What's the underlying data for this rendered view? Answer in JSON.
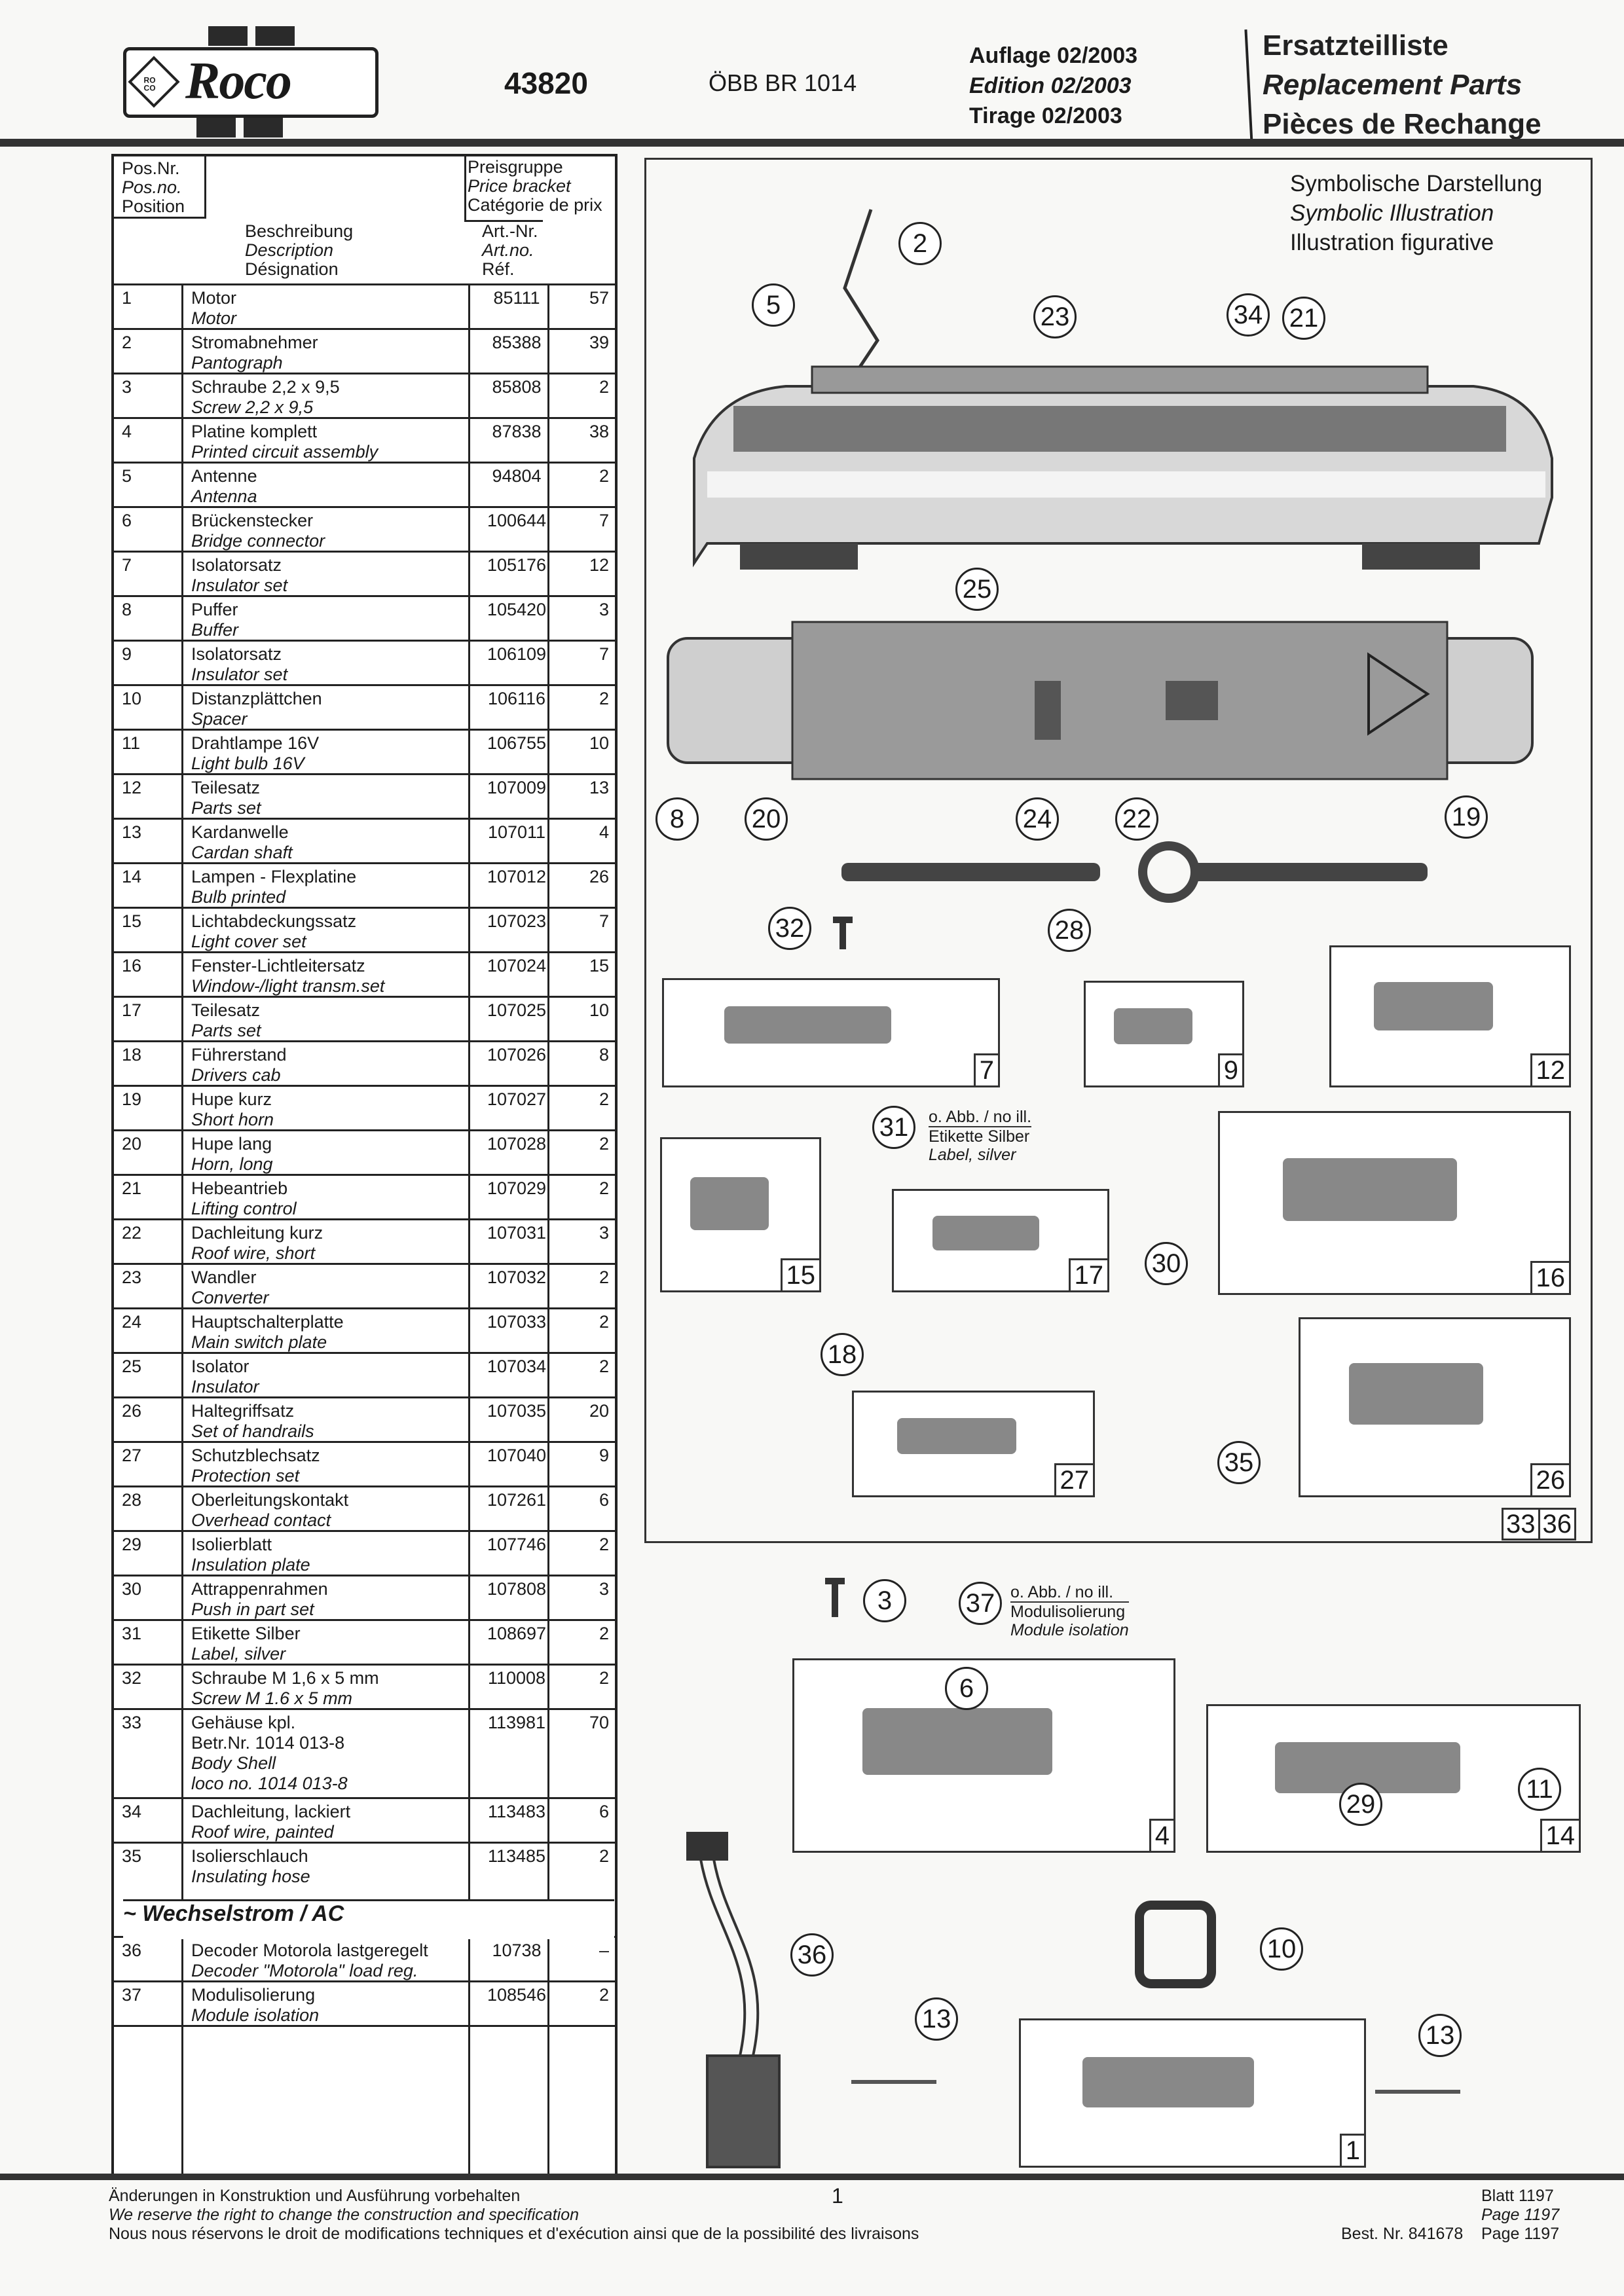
{
  "header": {
    "logo_text": "Roco",
    "logo_small": "RO CO",
    "article_number": "43820",
    "model": "ÖBB  BR 1014",
    "edition_de": "Auflage 02/2003",
    "edition_en": "Edition 02/2003",
    "edition_fr": "Tirage 02/2003",
    "title_de": "Ersatzteilliste",
    "title_en": "Replacement Parts",
    "title_fr": "Pièces de Rechange"
  },
  "table": {
    "h_pos": [
      "Pos.Nr.",
      "Pos.no.",
      "Position"
    ],
    "h_desc": [
      "Beschreibung",
      "Description",
      "Désignation"
    ],
    "h_price": [
      "Preisgruppe",
      "Price bracket",
      "Catégorie de prix"
    ],
    "h_art": [
      "Art.-Nr.",
      "Art.no.",
      "Réf."
    ],
    "rows": [
      {
        "pos": "1",
        "de": "Motor",
        "en": "Motor",
        "art": "85111",
        "price": "57"
      },
      {
        "pos": "2",
        "de": "Stromabnehmer",
        "en": "Pantograph",
        "art": "85388",
        "price": "39"
      },
      {
        "pos": "3",
        "de": "Schraube 2,2 x 9,5",
        "en": "Screw 2,2 x  9,5",
        "art": "85808",
        "price": "2"
      },
      {
        "pos": "4",
        "de": "Platine komplett",
        "en": "Printed circuit assembly",
        "art": "87838",
        "price": "38"
      },
      {
        "pos": "5",
        "de": "Antenne",
        "en": "Antenna",
        "art": "94804",
        "price": "2"
      },
      {
        "pos": "6",
        "de": "Brückenstecker",
        "en": "Bridge connector",
        "art": "100644",
        "price": "7"
      },
      {
        "pos": "7",
        "de": "Isolatorsatz",
        "en": "Insulator set",
        "art": "105176",
        "price": "12"
      },
      {
        "pos": "8",
        "de": "Puffer",
        "en": "Buffer",
        "art": "105420",
        "price": "3"
      },
      {
        "pos": "9",
        "de": "Isolatorsatz",
        "en": "Insulator set",
        "art": "106109",
        "price": "7"
      },
      {
        "pos": "10",
        "de": "Distanzplättchen",
        "en": "Spacer",
        "art": "106116",
        "price": "2"
      },
      {
        "pos": "11",
        "de": "Drahtlampe 16V",
        "en": "Light bulb 16V",
        "art": "106755",
        "price": "10"
      },
      {
        "pos": "12",
        "de": "Teilesatz",
        "en": "Parts set",
        "art": "107009",
        "price": "13"
      },
      {
        "pos": "13",
        "de": "Kardanwelle",
        "en": "Cardan shaft",
        "art": "107011",
        "price": "4"
      },
      {
        "pos": "14",
        "de": "Lampen - Flexplatine",
        "en": "Bulb printed",
        "art": "107012",
        "price": "26"
      },
      {
        "pos": "15",
        "de": "Lichtabdeckungssatz",
        "en": "Light cover set",
        "art": "107023",
        "price": "7"
      },
      {
        "pos": "16",
        "de": "Fenster-Lichtleitersatz",
        "en": "Window-/light transm.set",
        "art": "107024",
        "price": "15"
      },
      {
        "pos": "17",
        "de": "Teilesatz",
        "en": "Parts set",
        "art": "107025",
        "price": "10"
      },
      {
        "pos": "18",
        "de": "Führerstand",
        "en": "Drivers cab",
        "art": "107026",
        "price": "8"
      },
      {
        "pos": "19",
        "de": "Hupe kurz",
        "en": "Short horn",
        "art": "107027",
        "price": "2"
      },
      {
        "pos": "20",
        "de": "Hupe lang",
        "en": "Horn, long",
        "art": "107028",
        "price": "2"
      },
      {
        "pos": "21",
        "de": "Hebeantrieb",
        "en": "Lifting control",
        "art": "107029",
        "price": "2"
      },
      {
        "pos": "22",
        "de": "Dachleitung kurz",
        "en": "Roof wire, short",
        "art": "107031",
        "price": "3"
      },
      {
        "pos": "23",
        "de": "Wandler",
        "en": "Converter",
        "art": "107032",
        "price": "2"
      },
      {
        "pos": "24",
        "de": "Hauptschalterplatte",
        "en": "Main switch plate",
        "art": "107033",
        "price": "2"
      },
      {
        "pos": "25",
        "de": "Isolator",
        "en": "Insulator",
        "art": "107034",
        "price": "2"
      },
      {
        "pos": "26",
        "de": "Haltegriffsatz",
        "en": "Set of handrails",
        "art": "107035",
        "price": "20"
      },
      {
        "pos": "27",
        "de": "Schutzblechsatz",
        "en": "Protection set",
        "art": "107040",
        "price": "9"
      },
      {
        "pos": "28",
        "de": "Oberleitungskontakt",
        "en": "Overhead contact",
        "art": "107261",
        "price": "6"
      },
      {
        "pos": "29",
        "de": "Isolierblatt",
        "en": "Insulation plate",
        "art": "107746",
        "price": "2"
      },
      {
        "pos": "30",
        "de": "Attrappenrahmen",
        "en": "Push in part set",
        "art": "107808",
        "price": "3"
      },
      {
        "pos": "31",
        "de": "Etikette Silber",
        "en": "Label, silver",
        "art": "108697",
        "price": "2"
      },
      {
        "pos": "32",
        "de": "Schraube M 1,6 x 5 mm",
        "en": "Screw M 1.6 x 5 mm",
        "art": "110008",
        "price": "2"
      },
      {
        "pos": "33",
        "de": "Gehäuse kpl.",
        "de2": "Betr.Nr. 1014 013-8",
        "en": "Body Shell",
        "en2": "loco no. 1014 013-8",
        "art": "113981",
        "price": "70"
      },
      {
        "pos": "34",
        "de": "Dachleitung, lackiert",
        "en": "Roof wire, painted",
        "art": "113483",
        "price": "6"
      },
      {
        "pos": "35",
        "de": "Isolierschlauch",
        "en": "Insulating hose",
        "art": "113485",
        "price": "2"
      }
    ],
    "ac_heading": "~ Wechselstrom / AC",
    "ac_rows": [
      {
        "pos": "36",
        "de": "Decoder Motorola lastgeregelt",
        "en": "Decoder \"Motorola\" load reg.",
        "art": "10738",
        "price": "–"
      },
      {
        "pos": "37",
        "de": "Modulisolierung",
        "en": "Module isolation",
        "art": "108546",
        "price": "2"
      }
    ]
  },
  "illustration": {
    "caption_de": "Symbolische Darstellung",
    "caption_en": "Symbolic Illustration",
    "caption_fr": "Illustration figurative",
    "callouts": [
      "2",
      "5",
      "23",
      "34",
      "21",
      "25",
      "8",
      "20",
      "24",
      "22",
      "19",
      "32",
      "28",
      "31",
      "30",
      "18",
      "35",
      "3",
      "37",
      "6",
      "36",
      "10",
      "13",
      "13",
      "29",
      "11"
    ],
    "boxes": [
      "7",
      "9",
      "12",
      "15",
      "17",
      "16",
      "27",
      "26",
      "4",
      "14",
      "1"
    ],
    "bottom_cells": [
      "33",
      "36"
    ],
    "note31": {
      "noill": "o. Abb. / no ill.",
      "de": "Etikette Silber",
      "en": "Label, silver"
    },
    "note37": {
      "noill": "o. Abb. / no ill.",
      "de": "Modulisolierung",
      "en": "Module isolation"
    }
  },
  "footer": {
    "line_de": "Änderungen in Konstruktion und Ausführung vorbehalten",
    "line_en": "We reserve the right to change the construction and specification",
    "line_fr": "Nous nous réservons le droit de modifications techniques et d'exécution ainsi que de la possibilité des livraisons",
    "page_number": "1",
    "blatt": "Blatt 1197",
    "page_en": "Page 1197",
    "page_fr": "Page 1197",
    "order_number": "Best. Nr. 841678"
  }
}
